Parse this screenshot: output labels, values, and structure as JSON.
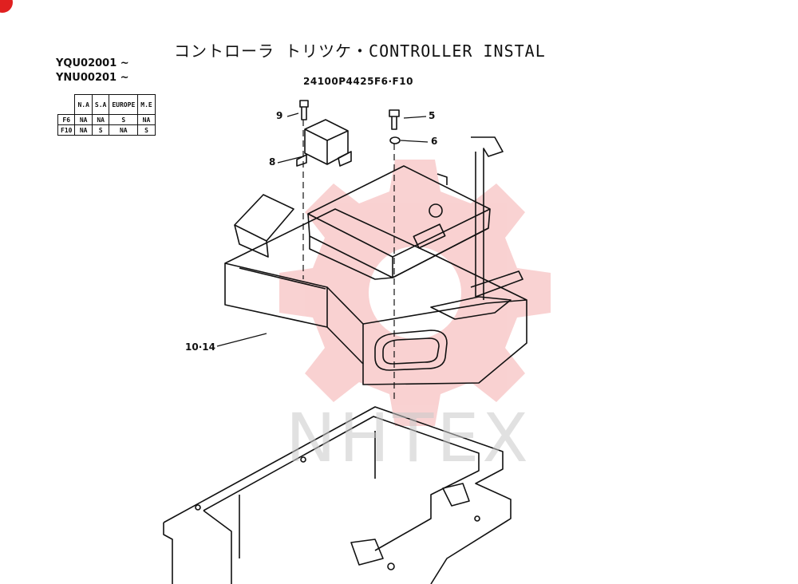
{
  "title": "コントローラ トリツケ・CONTROLLER INSTAL",
  "serials": [
    "YQU02001 ~",
    "YNU00201 ~"
  ],
  "part_number": "24100P4425F6·F10",
  "market_table": {
    "headers": [
      "N.A",
      "S.A",
      "EUROPE",
      "M.E"
    ],
    "rows": [
      {
        "label": "F6",
        "cells": [
          "NA",
          "NA",
          "S",
          "NA"
        ]
      },
      {
        "label": "F10",
        "cells": [
          "NA",
          "S",
          "NA",
          "S"
        ]
      }
    ]
  },
  "callouts": {
    "c9": "9",
    "c8": "8",
    "c5": "5",
    "c6": "6",
    "c10": "10·14"
  },
  "watermark": "NHTEX",
  "colors": {
    "line": "#111111",
    "watermark_gear": "#f7c9c9",
    "badge": "#e02020"
  }
}
